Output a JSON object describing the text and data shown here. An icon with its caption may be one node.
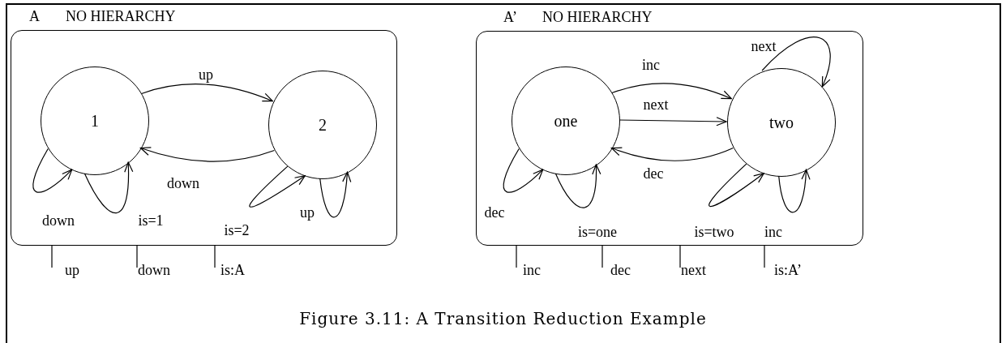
{
  "diagram": {
    "caption": "Figure 3.11: A Transition Reduction Example",
    "nodes": [
      {
        "text": [
          "A",
          "NO HIERARCHY"
        ]
      },
      {
        "text": [
          "1"
        ],
        "in": 0
      },
      {
        "text": [
          "2"
        ],
        "in": 0
      },
      {
        "text": [
          "A’",
          "NO HIERARCHY"
        ]
      },
      {
        "text": [
          "one"
        ],
        "in": 3
      },
      {
        "text": [
          "two"
        ],
        "in": 3
      }
    ],
    "edges": [
      {
        "from": 1,
        "to": 2,
        "arrow": "to",
        "label": "up"
      },
      {
        "from": 2,
        "to": 1,
        "arrow": "to",
        "label": "down"
      },
      {
        "from": 1,
        "to": 1,
        "arrow": "to",
        "label": "down"
      },
      {
        "from": 1,
        "to": 1,
        "arrow": "to",
        "label": "is=1"
      },
      {
        "from": 2,
        "to": 2,
        "arrow": "to",
        "label": "is=2"
      },
      {
        "from": 2,
        "to": 2,
        "arrow": "to",
        "label": "up"
      },
      {
        "from": 4,
        "to": 5,
        "arrow": "to",
        "label": "inc"
      },
      {
        "from": 4,
        "to": 5,
        "arrow": "to",
        "label": "next"
      },
      {
        "from": 5,
        "to": 4,
        "arrow": "to",
        "label": "dec"
      },
      {
        "from": 4,
        "to": 4,
        "arrow": "to",
        "label": "dec"
      },
      {
        "from": 4,
        "to": 4,
        "arrow": "to",
        "label": "is=one"
      },
      {
        "from": 5,
        "to": 5,
        "arrow": "to",
        "label": "is=two"
      },
      {
        "from": 5,
        "to": 5,
        "arrow": "to",
        "label": "inc"
      },
      {
        "from": 5,
        "to": 5,
        "arrow": "to",
        "label": "next"
      }
    ],
    "labels": [
      "up",
      "down",
      "is:A",
      "inc",
      "dec",
      "next",
      "is:A’"
    ]
  }
}
